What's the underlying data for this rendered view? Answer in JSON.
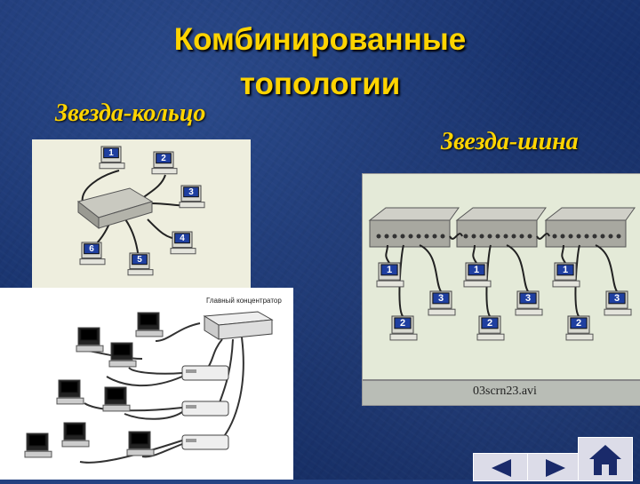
{
  "title_line1": "Комбинированные",
  "title_line2": "топологии",
  "subtitle_star_ring": "Звезда-кольцо",
  "subtitle_star_bus": "Звезда-шина",
  "ring_computers": [
    "1",
    "2",
    "3",
    "4",
    "5",
    "6"
  ],
  "bus_computers": [
    "1",
    "2",
    "3",
    "1",
    "2",
    "3",
    "1",
    "2",
    "3"
  ],
  "tree_hub_label": "Главный концентратор",
  "video_filename": "03scrn23.avi",
  "colors": {
    "title": "#ffd400",
    "background": "#1a3470"
  },
  "nav": {
    "prev_icon": "triangle-left-icon",
    "next_icon": "triangle-right-icon",
    "home_icon": "home-icon"
  }
}
